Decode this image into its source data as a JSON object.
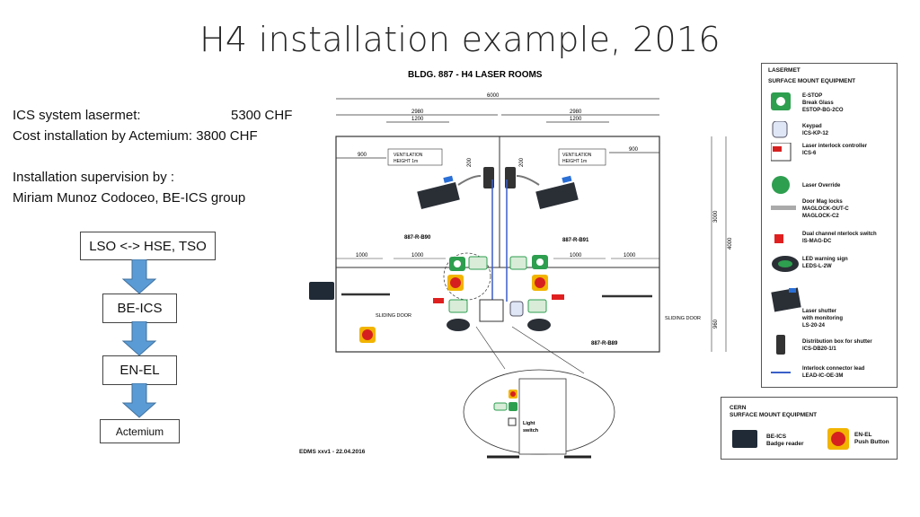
{
  "title": "H4 installation example, 2016",
  "info": {
    "line1_label": "ICS system lasermet:",
    "line1_value": "5300 CHF",
    "line2_label": "Cost installation by  Actemium:",
    "line2_value": "3800 CHF",
    "line3": "Installation supervision by :",
    "line4": "Miriam Munoz Codoceo, BE-ICS group"
  },
  "flow": {
    "step1": "LSO <-> HSE, TSO",
    "step2": "BE-ICS",
    "step3": "EN-EL",
    "step4": "Actemium"
  },
  "plan": {
    "heading": "BLDG. 887 - H4 LASER ROOMS",
    "dim_total": "6000",
    "dim_left_width": "2980",
    "dim_left_inner": "1200",
    "dim_right_width": "2980",
    "dim_right_inner": "1200",
    "dim_900_left": "900",
    "dim_900_right": "900",
    "dim_200_left": "200",
    "dim_200_right": "200",
    "vent_left": "VENTILATION",
    "vent_left_height": "HEIGHT 1m",
    "vent_right": "VENTILATION",
    "vent_right_height": "HEIGHT 1m",
    "room_left": "887-R-B90",
    "room_right": "887-R-B91",
    "room_bottom": "887-R-B89",
    "dim_1000_a": "1000",
    "dim_1000_b": "1000",
    "dim_1000_c": "1000",
    "dim_1000_d": "1000",
    "dim_3000": "3000",
    "dim_4000": "4000",
    "dim_960": "960",
    "sliding_left": "SLIDING DOOR",
    "sliding_right": "SLIDING DOOR",
    "light_switch": "Light",
    "light_switch2": "switch",
    "edms": "EDMS xxv1 - 22.04.2016"
  },
  "legend": {
    "title1": "LASERMET",
    "title2": "SURFACE MOUNT EQUIPMENT",
    "items": [
      {
        "l1": "E-STOP",
        "l2": "Break Glass",
        "l3": "ESTOP-BG-2CO"
      },
      {
        "l1": "Keypad",
        "l2": "ICS-KP-12",
        "l3": ""
      },
      {
        "l1": "Laser interlock controller",
        "l2": "ICS-6",
        "l3": ""
      },
      {
        "l1": "Laser Override",
        "l2": "",
        "l3": ""
      },
      {
        "l1": "Door Mag locks",
        "l2": "MAGLOCK-OUT-C",
        "l3": "MAGLOCK-C2"
      },
      {
        "l1": "Dual channel nterlock switch",
        "l2": "IS-MAG-DC",
        "l3": ""
      },
      {
        "l1": "LED warning sign",
        "l2": "LEDS-L-2W",
        "l3": ""
      },
      {
        "l1": "Laser shutter",
        "l2": "with monitoring",
        "l3": "LS-20-24"
      },
      {
        "l1": "Distribution box for shutter",
        "l2": "ICS-DB20-1/1",
        "l3": ""
      },
      {
        "l1": "Interlock connector lead",
        "l2": "LEAD-IC-OE-3M",
        "l3": ""
      }
    ]
  },
  "cern": {
    "title1": "CERN",
    "title2": "SURFACE MOUNT EQUIPMENT",
    "badge1": "BE-ICS",
    "badge2": "Badge reader",
    "push1": "EN-EL",
    "push2": "Push Button"
  },
  "colors": {
    "accent_blue": "#3a6fd8",
    "estop_green": "#2e9e4f",
    "push_orange": "#f2b400",
    "push_red": "#d62020",
    "laser_red": "#e02020"
  }
}
